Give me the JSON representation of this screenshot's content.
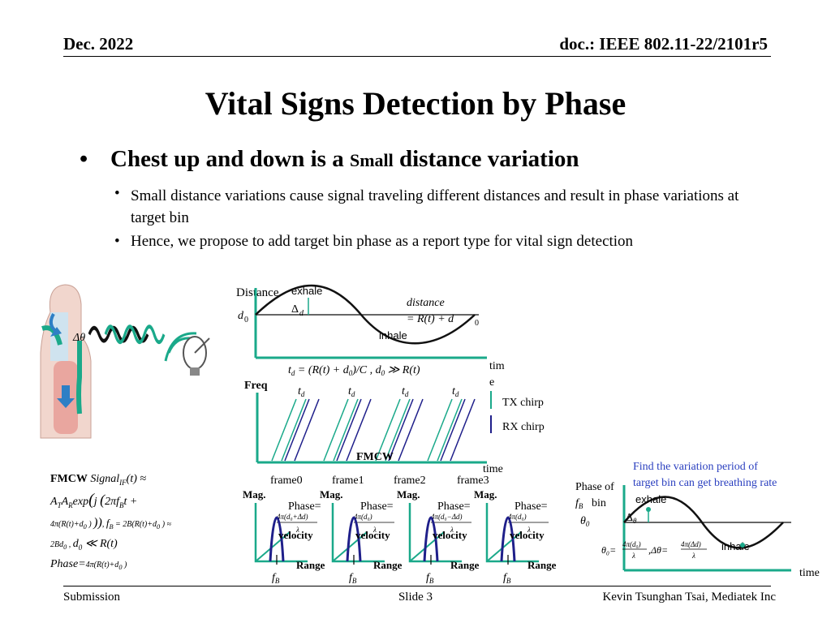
{
  "header": {
    "date": "Dec. 2022",
    "doc": "doc.: IEEE 802.11-22/2101r5"
  },
  "title": "Vital Signs Detection by Phase",
  "bullet": {
    "pre": "Chest up and down is a",
    "small": "Small",
    "post": "distance variation",
    "subs": [
      "Small distance variations cause signal traveling different distances and result in phase variations at target bin",
      "Hence, we propose to add target bin phase as a report type for vital sign detection"
    ]
  },
  "diagram_top": {
    "distance_label": "Distance",
    "exhale": "exhale",
    "inhale": "inhale",
    "d0": "d",
    "d0_sub": "0",
    "delta": "Δ",
    "delta_sub": "d",
    "eq_line1": "distance",
    "eq_line2": "= R(t) + d",
    "eq_line2_sub": "0",
    "time_label_1": "tim",
    "time_label_2": "e",
    "td_formula": "t",
    "td_formula_rest": " = (R(t) + d",
    "td_formula_rest2": ")/C , d",
    "td_formula_rest3": " ≫ R(t)",
    "delta_theta": "Δθ"
  },
  "fmcw": {
    "freq": "Freq",
    "td": "t",
    "td_sub": "d",
    "tx": "TX chirp",
    "rx": "RX chirp",
    "label": "FMCW",
    "time": "time",
    "frames": [
      "frame0",
      "frame1",
      "frame2",
      "frame3"
    ]
  },
  "formula_left": {
    "l1_bold": "FMCW",
    "l1": "Signal",
    "l1_sub": "IF",
    "l1_rest": "(t) ≈",
    "l2": "A",
    "l3a": "4π(R(t)+d",
    "l3b": " )",
    "fb_eq": "f",
    "l4": "≪ R(t)",
    "phase": "Phase="
  },
  "mag_plots": [
    {
      "mag": "Mag.",
      "phase": "Phase=",
      "frac": "4π(d₀+Δd)",
      "den": "λ",
      "velocity": "velocity",
      "range": "Range",
      "fb": "f"
    },
    {
      "mag": "Mag.",
      "phase": "Phase=",
      "frac": "4π(d₀)",
      "den": "λ",
      "velocity": "velocity",
      "range": "Range",
      "fb": "f"
    },
    {
      "mag": "Mag.",
      "phase": "Phase=",
      "frac": "4π(d₀−Δd)",
      "den": "λ",
      "velocity": "velocity",
      "range": "Range",
      "fb": "f"
    },
    {
      "mag": "Mag.",
      "phase": "Phase=",
      "frac": "4π(d₀)",
      "den": "λ",
      "velocity": "velocity",
      "range": "Range",
      "fb": "f"
    }
  ],
  "right_plot": {
    "note1": "Find the variation period of",
    "note2": "target bin can get breathing rate",
    "phase_of": "Phase of",
    "bin": "bin",
    "exhale": "exhale",
    "inhale": "inhale",
    "theta0": "θ",
    "delta_theta": "Δ",
    "formula_a": "θ₀=",
    "formula_a_frac": "4π(d₀)",
    "formula_b": ",Δθ=",
    "formula_b_frac": "4π(Δd)",
    "den": "λ",
    "time": "time"
  },
  "footer": {
    "left": "Submission",
    "center": "Slide 3",
    "right": "Kevin Tsunghan Tsai, Mediatek Inc"
  },
  "colors": {
    "teal": "#1aa98a",
    "navy": "#1f1f8a",
    "blue_text": "#2a3fbf"
  }
}
